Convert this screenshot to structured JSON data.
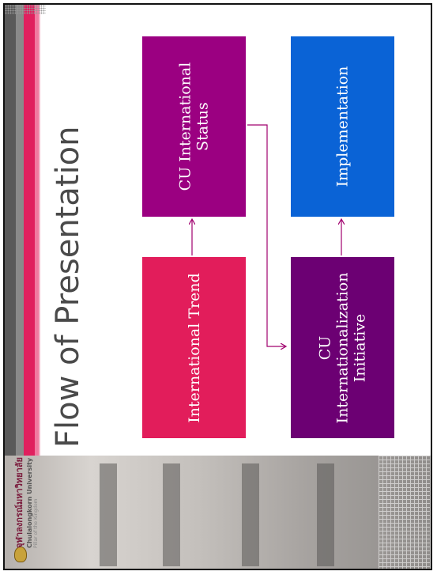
{
  "slide": {
    "title": "Flow of Presentation"
  },
  "logo": {
    "thai_name": "จุฬาลงกรณ์มหาวิทยาลัย",
    "english_name": "Chulalongkorn University",
    "motto": "Pillar of the Kingdom"
  },
  "flow": {
    "boxes": [
      {
        "label": "International Trend",
        "color": "#e21d5b"
      },
      {
        "label": "CU International\nStatus",
        "color": "#9b0081"
      },
      {
        "label": "CU\nInternationalization\nInitiative",
        "color": "#6c0073"
      },
      {
        "label": "Implementation",
        "color": "#0a63d6"
      }
    ],
    "arrow_color": "#a0006e"
  }
}
